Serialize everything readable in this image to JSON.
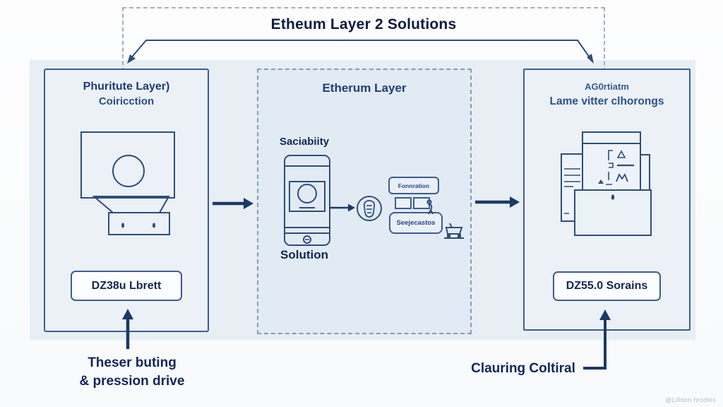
{
  "diagram": {
    "title": "Etheum Layer 2 Solutions",
    "colors": {
      "navy_text": "#13265a",
      "line_navy": "#2e4d7b",
      "arrow_navy": "#1c3866",
      "band": "#e7eef4",
      "side_box_fill": "#ebf1f7",
      "middle_box_fill": "#e2ebf3",
      "button_fill": "#fcfdfe"
    },
    "left_box": {
      "title_line1": "Phuritute Layer)",
      "title_line2": "Coiricction",
      "icon": "monitor-funnel-icon",
      "button_label": "DZ38u Lbrett"
    },
    "middle_box": {
      "title": "Etherum Layer",
      "scalability_label": "Saciabiity",
      "solution_label": "Solution",
      "icon_phone": "smartphone-icon",
      "icon_badge": "ethereum-badge-icon",
      "icon_cart": "cart-icon",
      "chips": [
        {
          "label": "Fonnration"
        },
        {
          "label": "Seejecastos"
        }
      ]
    },
    "right_box": {
      "title_line1": "AG0rtiatm",
      "title_line2": "Lame vitter clhorongs",
      "icon": "documents-stack-icon",
      "button_label": "DZ55.0 Sorains"
    },
    "captions": {
      "bottom_left_line1": "Theser buting",
      "bottom_left_line2": "& pression drive",
      "bottom_right": "Clauring Coltiral"
    },
    "watermark": "@Lilliton hrodies"
  }
}
